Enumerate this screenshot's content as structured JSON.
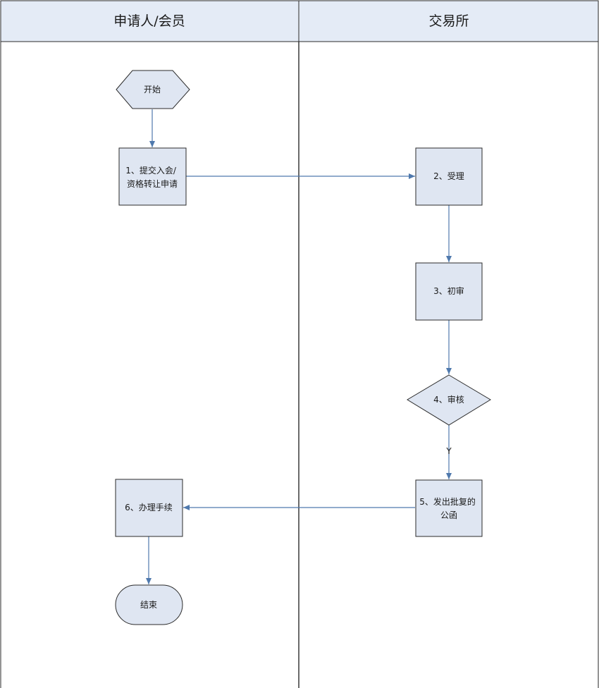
{
  "lanes": {
    "left": {
      "title": "申请人/会员"
    },
    "right": {
      "title": "交易所"
    }
  },
  "nodes": {
    "start": {
      "lines": [
        "开始"
      ]
    },
    "n1": {
      "lines": [
        "1、提交入会/",
        "资格转让申请"
      ]
    },
    "n2": {
      "lines": [
        "2、受理"
      ]
    },
    "n3": {
      "lines": [
        "3、初审"
      ]
    },
    "n4": {
      "lines": [
        "4、审核"
      ]
    },
    "n5": {
      "lines": [
        "5、发出批复的",
        "公函"
      ]
    },
    "n6": {
      "lines": [
        "6、办理手续"
      ]
    },
    "end": {
      "lines": [
        "结束"
      ]
    }
  },
  "edges": {
    "e4_5": {
      "label": "Y"
    }
  },
  "colors": {
    "header_fill": "#e4ebf6",
    "node_fill": "#dfe6f2",
    "arrow": "#4f79ad",
    "border": "#2b2b2b"
  }
}
